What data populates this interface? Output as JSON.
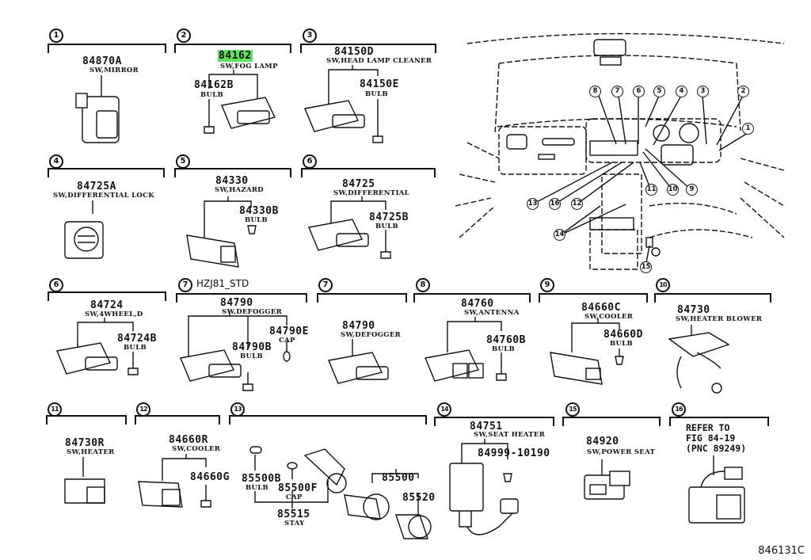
{
  "highlight_color": "#5fe35f",
  "figure_id": "846131C",
  "groups": [
    {
      "index": "1",
      "parts": [
        {
          "number": "84870A",
          "desc": "SW,MIRROR"
        }
      ]
    },
    {
      "index": "2",
      "parts": [
        {
          "number": "84162",
          "desc": "SW,FOG LAMP",
          "highlighted": true
        },
        {
          "number": "84162B",
          "desc": "BULB"
        }
      ]
    },
    {
      "index": "3",
      "parts": [
        {
          "number": "84150D",
          "desc": "SW,HEAD LAMP CLEANER"
        },
        {
          "number": "84150E",
          "desc": "BULB"
        }
      ]
    },
    {
      "index": "4",
      "parts": [
        {
          "number": "84725A",
          "desc": "SW,DIFFERENTIAL LOCK"
        }
      ]
    },
    {
      "index": "5",
      "parts": [
        {
          "number": "84330",
          "desc": "SW,HAZARD"
        },
        {
          "number": "84330B",
          "desc": "BULB"
        }
      ]
    },
    {
      "index": "6",
      "parts": [
        {
          "number": "84725",
          "desc": "SW,DIFFERENTIAL"
        },
        {
          "number": "84725B",
          "desc": "BULB"
        }
      ]
    },
    {
      "index": "6",
      "parts": [
        {
          "number": "84724",
          "desc": "SW,4WHEEL,D"
        },
        {
          "number": "84724B",
          "desc": "BULB"
        }
      ]
    },
    {
      "index": "7",
      "note": "HZJ81_STD",
      "parts": [
        {
          "number": "84790",
          "desc": "SW,DEFOGGER"
        },
        {
          "number": "84790E",
          "desc": "CAP"
        },
        {
          "number": "84790B",
          "desc": "BULB"
        }
      ]
    },
    {
      "index": "7",
      "parts": [
        {
          "number": "84790",
          "desc": "SW,DEFOGGER"
        }
      ]
    },
    {
      "index": "8",
      "parts": [
        {
          "number": "84760",
          "desc": "SW,ANTENNA"
        },
        {
          "number": "84760B",
          "desc": "BULB"
        }
      ]
    },
    {
      "index": "9",
      "parts": [
        {
          "number": "84660C",
          "desc": "SW,COOLER"
        },
        {
          "number": "84660D",
          "desc": "BULB"
        }
      ]
    },
    {
      "index": "10",
      "parts": [
        {
          "number": "84730",
          "desc": "SW,HEATER BLOWER"
        }
      ]
    },
    {
      "index": "11",
      "parts": [
        {
          "number": "84730R",
          "desc": "SW,HEATER"
        }
      ]
    },
    {
      "index": "12",
      "parts": [
        {
          "number": "84660R",
          "desc": "SW,COOLER"
        },
        {
          "number": "84660G",
          "desc": ""
        }
      ]
    },
    {
      "index": "13",
      "parts": [
        {
          "number": "85500B",
          "desc": "BULB"
        },
        {
          "number": "85500F",
          "desc": "CAP"
        },
        {
          "number": "85515",
          "desc": "STAY"
        },
        {
          "number": "85500",
          "desc": ""
        },
        {
          "number": "85520",
          "desc": ""
        }
      ]
    },
    {
      "index": "14",
      "parts": [
        {
          "number": "84751",
          "desc": "SW,SEAT HEATER"
        },
        {
          "number": "84999-10190",
          "desc": ""
        }
      ]
    },
    {
      "index": "15",
      "parts": [
        {
          "number": "84920",
          "desc": "SW,POWER SEAT"
        }
      ]
    },
    {
      "index": "16",
      "reference": "REFER TO\nFIG 84-19\n(PNC 89249)",
      "parts": []
    }
  ],
  "dash_callouts": [
    "8",
    "7",
    "6",
    "5",
    "4",
    "3",
    "2",
    "1",
    "13",
    "16",
    "12",
    "11",
    "10",
    "9",
    "14",
    "15"
  ]
}
